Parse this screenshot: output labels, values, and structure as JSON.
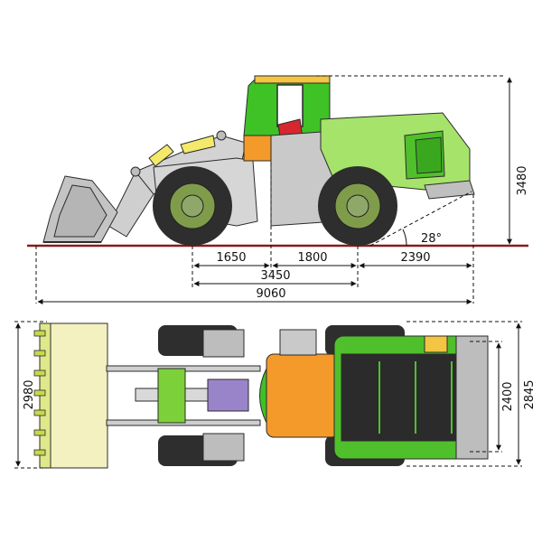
{
  "side_view": {
    "dimensions": {
      "front_overhang": "1650",
      "rear_axle_offset": "1800",
      "wheelbase": "3450",
      "rear_overhang": "2390",
      "overall_length": "9060",
      "overall_height": "3480",
      "departure_angle": "28°"
    }
  },
  "top_view": {
    "dimensions": {
      "bucket_width": "2980",
      "body_width": "2400",
      "overall_width": "2845"
    }
  },
  "colors": {
    "ground_line": "#8b1a1a",
    "body_light_green": "#a6e36a",
    "body_green": "#4fc02b",
    "cab_yellow": "#f4c542",
    "orange": "#f39a2b",
    "red": "#d8262e",
    "grey": "#c9c9c9",
    "tire": "#2e2e2e",
    "rim": "#7f9c4a",
    "bucket_yellow": "#f3f1bf"
  }
}
